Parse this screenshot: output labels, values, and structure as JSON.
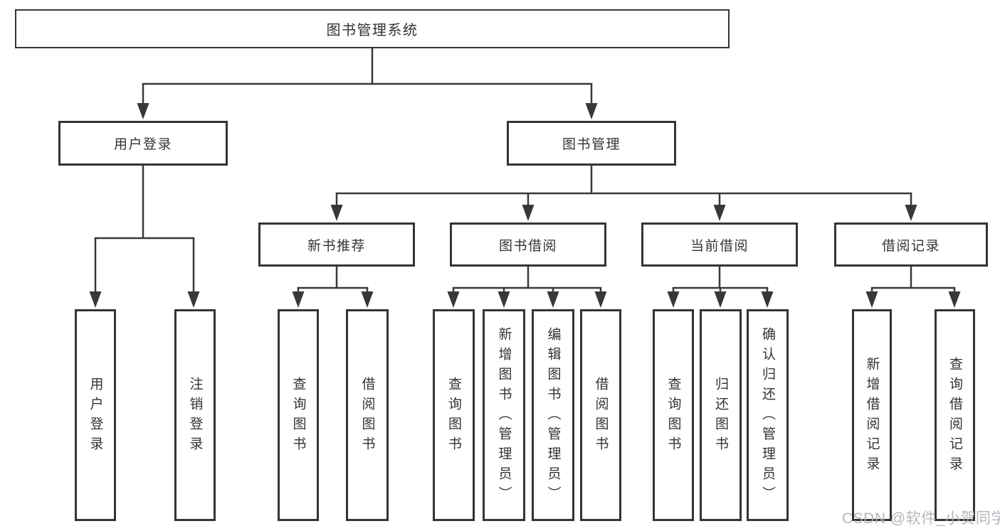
{
  "tree": {
    "root": {
      "label": "图书管理系统",
      "children": [
        {
          "label": "用户登录",
          "children": [
            {
              "label": "用户登录"
            },
            {
              "label": "注销登录"
            }
          ]
        },
        {
          "label": "图书管理",
          "children": [
            {
              "label": "新书推荐",
              "children": [
                {
                  "label": "查询图书"
                },
                {
                  "label": "借阅图书"
                }
              ]
            },
            {
              "label": "图书借阅",
              "children": [
                {
                  "label": "查询图书"
                },
                {
                  "label": "新增图书（管理员）"
                },
                {
                  "label": "编辑图书（管理员）"
                },
                {
                  "label": "借阅图书"
                }
              ]
            },
            {
              "label": "当前借阅",
              "children": [
                {
                  "label": "查询图书"
                },
                {
                  "label": "归还图书"
                },
                {
                  "label": "确认归还（管理员）"
                }
              ]
            },
            {
              "label": "借阅记录",
              "children": [
                {
                  "label": "新增借阅记录"
                },
                {
                  "label": "查询借阅记录"
                }
              ]
            }
          ]
        }
      ]
    }
  },
  "watermark": {
    "text": "CSDN @软件_小贺同学",
    "color": "rgba(178,178,186,0.95)"
  },
  "colors": {
    "line": "#383838",
    "box_border": "#343434",
    "text": "#333333",
    "background": "#ffffff"
  }
}
